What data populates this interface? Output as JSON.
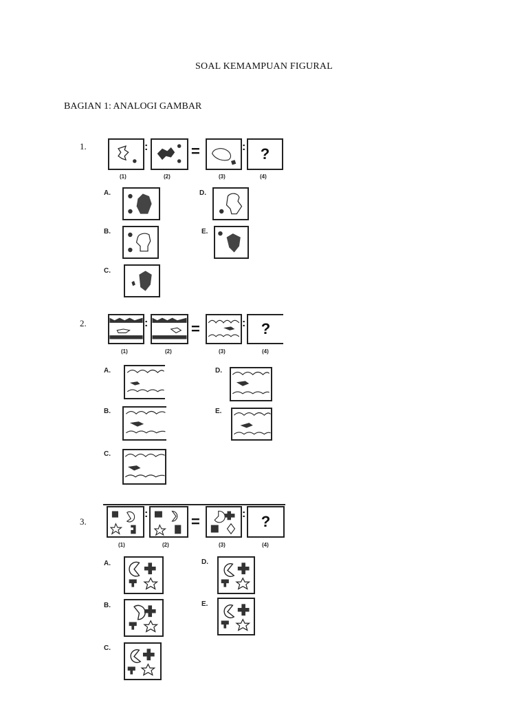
{
  "document": {
    "title": "SOAL KEMAMPUAN FIGURAL",
    "section": "BAGIAN 1: ANALOGI GAMBAR"
  },
  "common": {
    "captions": [
      "(1)",
      "(2)",
      "(3)",
      "(4)"
    ],
    "question_mark": "?",
    "colon": ":",
    "equals": "="
  },
  "questions": [
    {
      "number": "1.",
      "options": [
        "A.",
        "B.",
        "C.",
        "D.",
        "E."
      ]
    },
    {
      "number": "2.",
      "options": [
        "A.",
        "B.",
        "C.",
        "D.",
        "E."
      ]
    },
    {
      "number": "3.",
      "options": [
        "A.",
        "B.",
        "C.",
        "D.",
        "E."
      ]
    }
  ]
}
